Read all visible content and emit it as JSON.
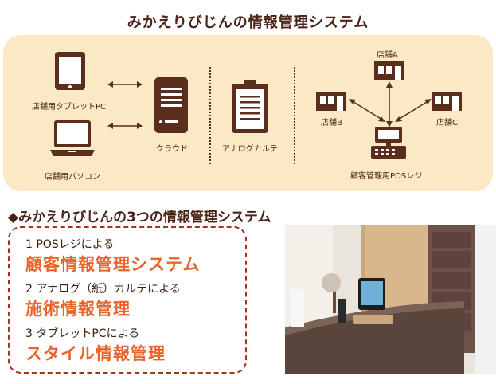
{
  "title": "みかえりびじんの情報管理システム",
  "diagram": {
    "tablet_label": "店舗用タブレットPC",
    "pc_label": "店舗用パソコン",
    "cloud_label": "クラウド",
    "chart_label": "アナログカルテ",
    "store_a": "店舗A",
    "store_b": "店舗B",
    "store_c": "店舗C",
    "pos_label": "顧客管理用POSレジ"
  },
  "subtitle": "◆みかえりびじんの3つの情報管理システム",
  "systems": [
    {
      "sub": "1 POSレジによる",
      "main": "顧客情報管理システム"
    },
    {
      "sub": "2 アナログ（紙）カルテによる",
      "main": "施術情報管理"
    },
    {
      "sub": "3 タブレットPCによる",
      "main": "スタイル情報管理"
    }
  ],
  "colors": {
    "brown": "#5a2d1c",
    "panel": "#fbe9c5",
    "orange": "#e8642a",
    "dashed": "#a4321d"
  }
}
